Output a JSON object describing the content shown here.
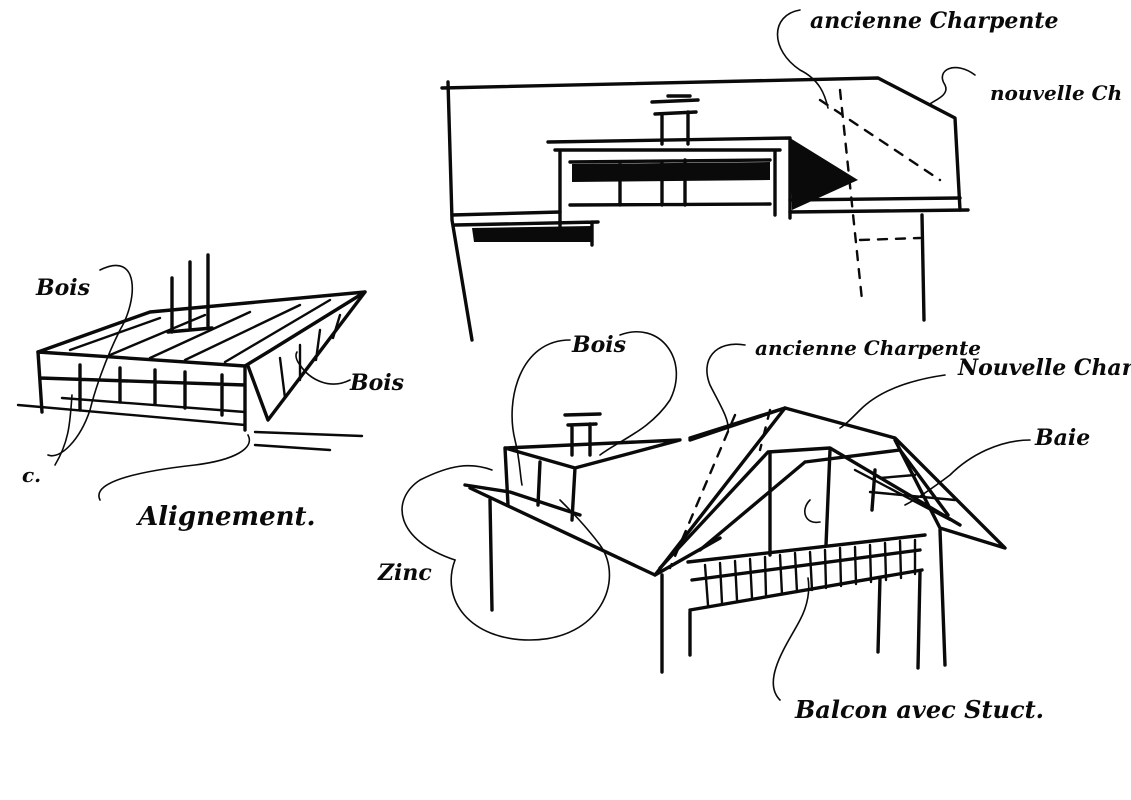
{
  "sketch": {
    "ink_color": "#0a0a0a",
    "paper_color": "#ffffff",
    "labels": {
      "bois_left": "Bois",
      "bois_left_side": "Bois",
      "c_mark": "c.",
      "alignement": "Alignement.",
      "ancienne_charpente_top": "ancienne Charpente",
      "nouvelle_charpente_top": "nouvelle Ch",
      "bois_main": "Bois",
      "ancienne_charpente_main": "ancienne Charpente",
      "nouvelle_charpente_main": "Nouvelle Charpente",
      "baie": "Baie",
      "zinc": "Zinc",
      "balcon": "Balcon avec Stuct."
    }
  }
}
